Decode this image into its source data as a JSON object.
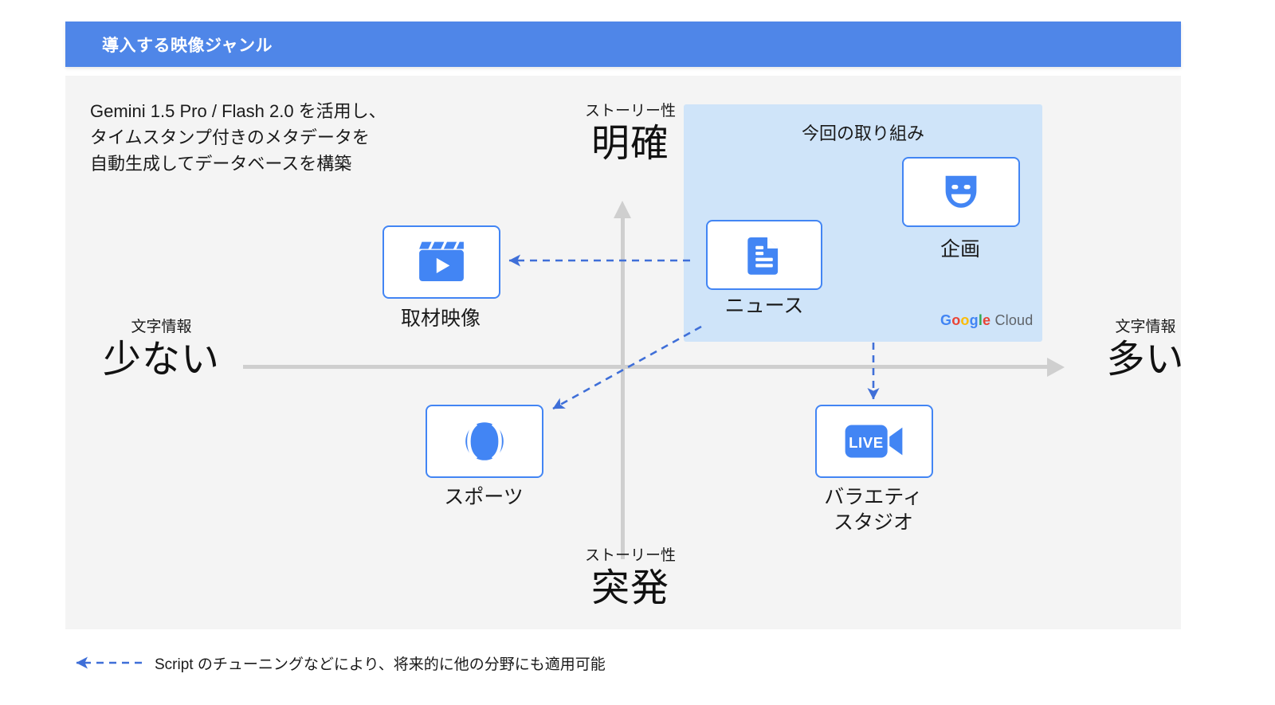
{
  "header": {
    "title": "導入する映像ジャンル",
    "bar_color": "#4f86e8"
  },
  "description": "Gemini 1.5 Pro / Flash 2.0 を活用し、\nタイムスタンプ付きのメタデータを\n自動生成してデータベースを構築",
  "chart_data": {
    "type": "scatter",
    "title": "導入する映像ジャンル",
    "quadrant_map": true,
    "axes": {
      "y_top": {
        "small": "ストーリー性",
        "big": "明確"
      },
      "y_bottom": {
        "small": "ストーリー性",
        "big": "突発"
      },
      "x_left": {
        "small": "文字情報",
        "big": "少ない"
      },
      "x_right": {
        "small": "文字情報",
        "big": "多い"
      }
    },
    "items": [
      {
        "label": "取材映像",
        "icon": "movie-clapper-icon",
        "quadrant": "upper-left",
        "in_scope": false
      },
      {
        "label": "スポーツ",
        "icon": "sports-ball-icon",
        "quadrant": "lower-left",
        "in_scope": false
      },
      {
        "label": "ニュース",
        "icon": "document-icon",
        "quadrant": "upper-right",
        "in_scope": true
      },
      {
        "label": "企画",
        "icon": "theater-mask-icon",
        "quadrant": "upper-right",
        "in_scope": true
      },
      {
        "label": "バラエティ\nスタジオ",
        "icon": "live-video-icon",
        "quadrant": "lower-right",
        "in_scope": false
      }
    ],
    "highlight_region": {
      "label": "今回の取り組み",
      "color": "#cfe4f9",
      "contains": [
        "ニュース",
        "企画"
      ]
    },
    "connections": [
      {
        "from": "今回の取り組み",
        "to": "取材映像",
        "style": "dashed",
        "color": "#3f6fd8"
      },
      {
        "from": "今回の取り組み",
        "to": "スポーツ",
        "style": "dashed",
        "color": "#3f6fd8"
      },
      {
        "from": "今回の取り組み",
        "to": "バラエティスタジオ",
        "style": "dashed",
        "color": "#3f6fd8"
      }
    ]
  },
  "brand": {
    "google": [
      "G",
      "o",
      "o",
      "g",
      "l",
      "e"
    ],
    "cloud": "Cloud"
  },
  "legend": {
    "arrow_color": "#3f6fd8",
    "text": "Script のチューニングなどにより、将来的に他の分野にも適用可能"
  },
  "colors": {
    "accent_blue": "#4285f4",
    "title_bar": "#4f86e8",
    "highlight": "#cfe4f9",
    "panel_bg": "#f4f4f4",
    "axis_gray": "#cfcfcf",
    "dashed_blue": "#3f6fd8"
  }
}
